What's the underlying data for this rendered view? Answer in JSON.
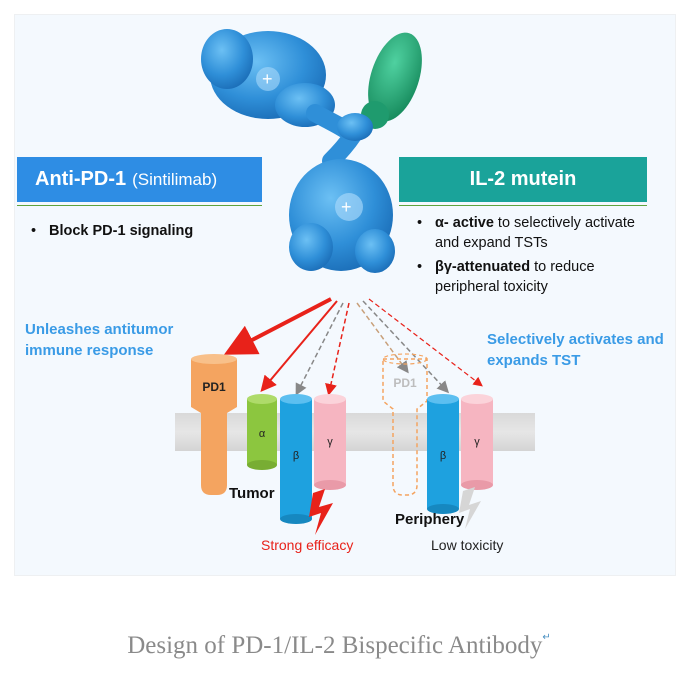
{
  "anti_pd1": {
    "title": "Anti-PD-1",
    "subtitle": "(Sintilimab)",
    "bullets": [
      "Block PD-1 signaling"
    ],
    "outcome": "Unleashes antitumor immune response"
  },
  "il2": {
    "title": "IL-2 mutein",
    "bullets": [
      {
        "bold": "α- active",
        "text": " to selectively activate and expand TSTs"
      },
      {
        "bold": "βγ-attenuated",
        "text": " to reduce peripheral toxicity"
      }
    ],
    "outcome": "Selectively activates and expands TST"
  },
  "receptors": {
    "pd1": "PD1",
    "alpha": "α",
    "beta": "β",
    "gamma": "γ"
  },
  "labels": {
    "tumor": "Tumor",
    "periphery": "Periphery",
    "strong": "Strong efficacy",
    "low": "Low toxicity"
  },
  "caption": "Design of PD-1/IL-2 Bispecific Antibody",
  "caption_mark": "↵",
  "colors": {
    "anti_banner": "#2e8de4",
    "il2_banner": "#1aa39a",
    "antibody": "#2f8fd8",
    "il2_domain": "#1f9b6e",
    "pd1": "#f4a460",
    "alpha": "#8cc63f",
    "beta": "#1ea1df",
    "gamma": "#f6b5c1",
    "red_arrow": "#e8221a",
    "outcome_text": "#3a9be6"
  }
}
